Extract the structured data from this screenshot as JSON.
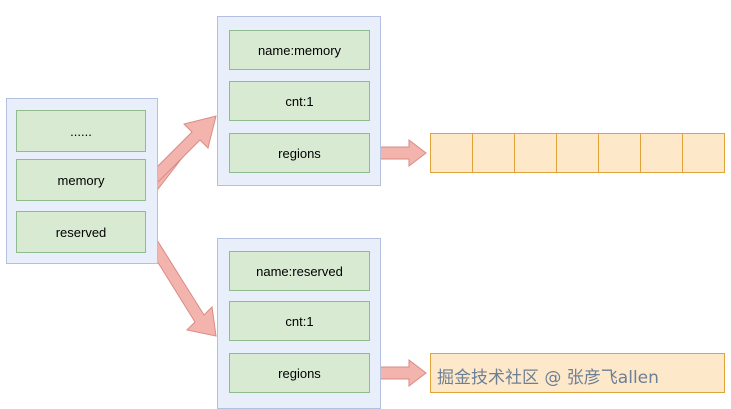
{
  "diagram": {
    "title": "memblock structure diagram",
    "colors": {
      "outer_fill": "#e9eefb",
      "outer_border": "#b3c0e0",
      "cell_fill": "#d9ead3",
      "cell_border": "#8fbc8f",
      "array_fill": "#fde9c9",
      "array_border": "#e0a33a",
      "arrow_fill": "#f4b4ae",
      "arrow_border": "#d98b84"
    },
    "left_struct": {
      "name": "memblock-struct",
      "cells": [
        {
          "label": "......"
        },
        {
          "label": "memory"
        },
        {
          "label": "reserved"
        }
      ]
    },
    "memory_struct": {
      "name": "memory-type-struct",
      "cells": [
        {
          "label": "name:memory"
        },
        {
          "label": "cnt:1"
        },
        {
          "label": "regions"
        }
      ]
    },
    "reserved_struct": {
      "name": "reserved-type-struct",
      "cells": [
        {
          "label": "name:reserved"
        },
        {
          "label": "cnt:1"
        },
        {
          "label": "regions"
        }
      ]
    },
    "memory_regions_array": {
      "segments": 7
    },
    "reserved_regions_array": {
      "segments": 1
    },
    "watermark": "掘金技术社区 @ 张彦飞allen"
  }
}
